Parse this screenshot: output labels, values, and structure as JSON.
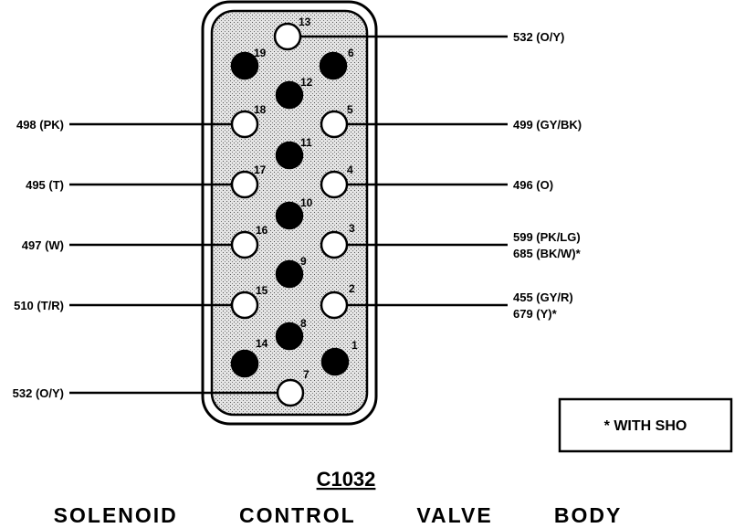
{
  "connector": {
    "id": "C1032",
    "title": "SOLENOID   CONTROL   VALVE   BODY",
    "note": "* WITH SHO"
  },
  "pins": [
    {
      "num": "13",
      "filled": false
    },
    {
      "num": "19",
      "filled": true
    },
    {
      "num": "6",
      "filled": true
    },
    {
      "num": "12",
      "filled": true
    },
    {
      "num": "18",
      "filled": false
    },
    {
      "num": "5",
      "filled": false
    },
    {
      "num": "11",
      "filled": true
    },
    {
      "num": "17",
      "filled": false
    },
    {
      "num": "4",
      "filled": false
    },
    {
      "num": "10",
      "filled": true
    },
    {
      "num": "16",
      "filled": false
    },
    {
      "num": "3",
      "filled": false
    },
    {
      "num": "9",
      "filled": true
    },
    {
      "num": "15",
      "filled": false
    },
    {
      "num": "2",
      "filled": false
    },
    {
      "num": "8",
      "filled": true
    },
    {
      "num": "14",
      "filled": true
    },
    {
      "num": "1",
      "filled": true
    },
    {
      "num": "7",
      "filled": false
    }
  ],
  "wires": [
    {
      "pin": "13",
      "side": "right",
      "labels": [
        "532 (O/Y)"
      ]
    },
    {
      "pin": "18",
      "side": "left",
      "labels": [
        "498 (PK)"
      ]
    },
    {
      "pin": "5",
      "side": "right",
      "labels": [
        "499 (GY/BK)"
      ]
    },
    {
      "pin": "17",
      "side": "left",
      "labels": [
        "495 (T)"
      ]
    },
    {
      "pin": "4",
      "side": "right",
      "labels": [
        "496 (O)"
      ]
    },
    {
      "pin": "16",
      "side": "left",
      "labels": [
        "497 (W)"
      ]
    },
    {
      "pin": "3",
      "side": "right",
      "labels": [
        "599 (PK/LG)",
        "685 (BK/W)*"
      ]
    },
    {
      "pin": "15",
      "side": "left",
      "labels": [
        "510 (T/R)"
      ]
    },
    {
      "pin": "2",
      "side": "right",
      "labels": [
        "455 (GY/R)",
        "679 (Y)*"
      ]
    },
    {
      "pin": "7",
      "side": "left",
      "labels": [
        "532 (O/Y)"
      ]
    }
  ]
}
